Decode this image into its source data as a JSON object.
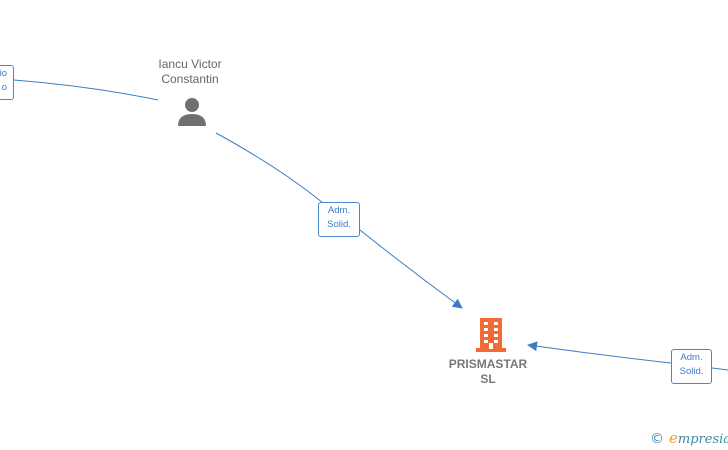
{
  "nodes": {
    "person": {
      "name_line1": "Iancu Victor",
      "name_line2": "Constantin",
      "icon": "person-icon"
    },
    "company": {
      "name_line1": "PRISMASTAR",
      "name_line2": "SL",
      "icon": "building-icon"
    }
  },
  "edges": {
    "left": {
      "line1": "io",
      "line2": "o"
    },
    "middle": {
      "line1": "Adm.",
      "line2": "Solid."
    },
    "right": {
      "line1": "Adm.",
      "line2": "Solid."
    }
  },
  "watermark": {
    "copyright_symbol": "©",
    "brand_initial": "e",
    "brand_rest": "mpresia"
  },
  "colors": {
    "edge": "#3d7cc4",
    "company_icon": "#f26a35",
    "person_icon": "#707070"
  }
}
